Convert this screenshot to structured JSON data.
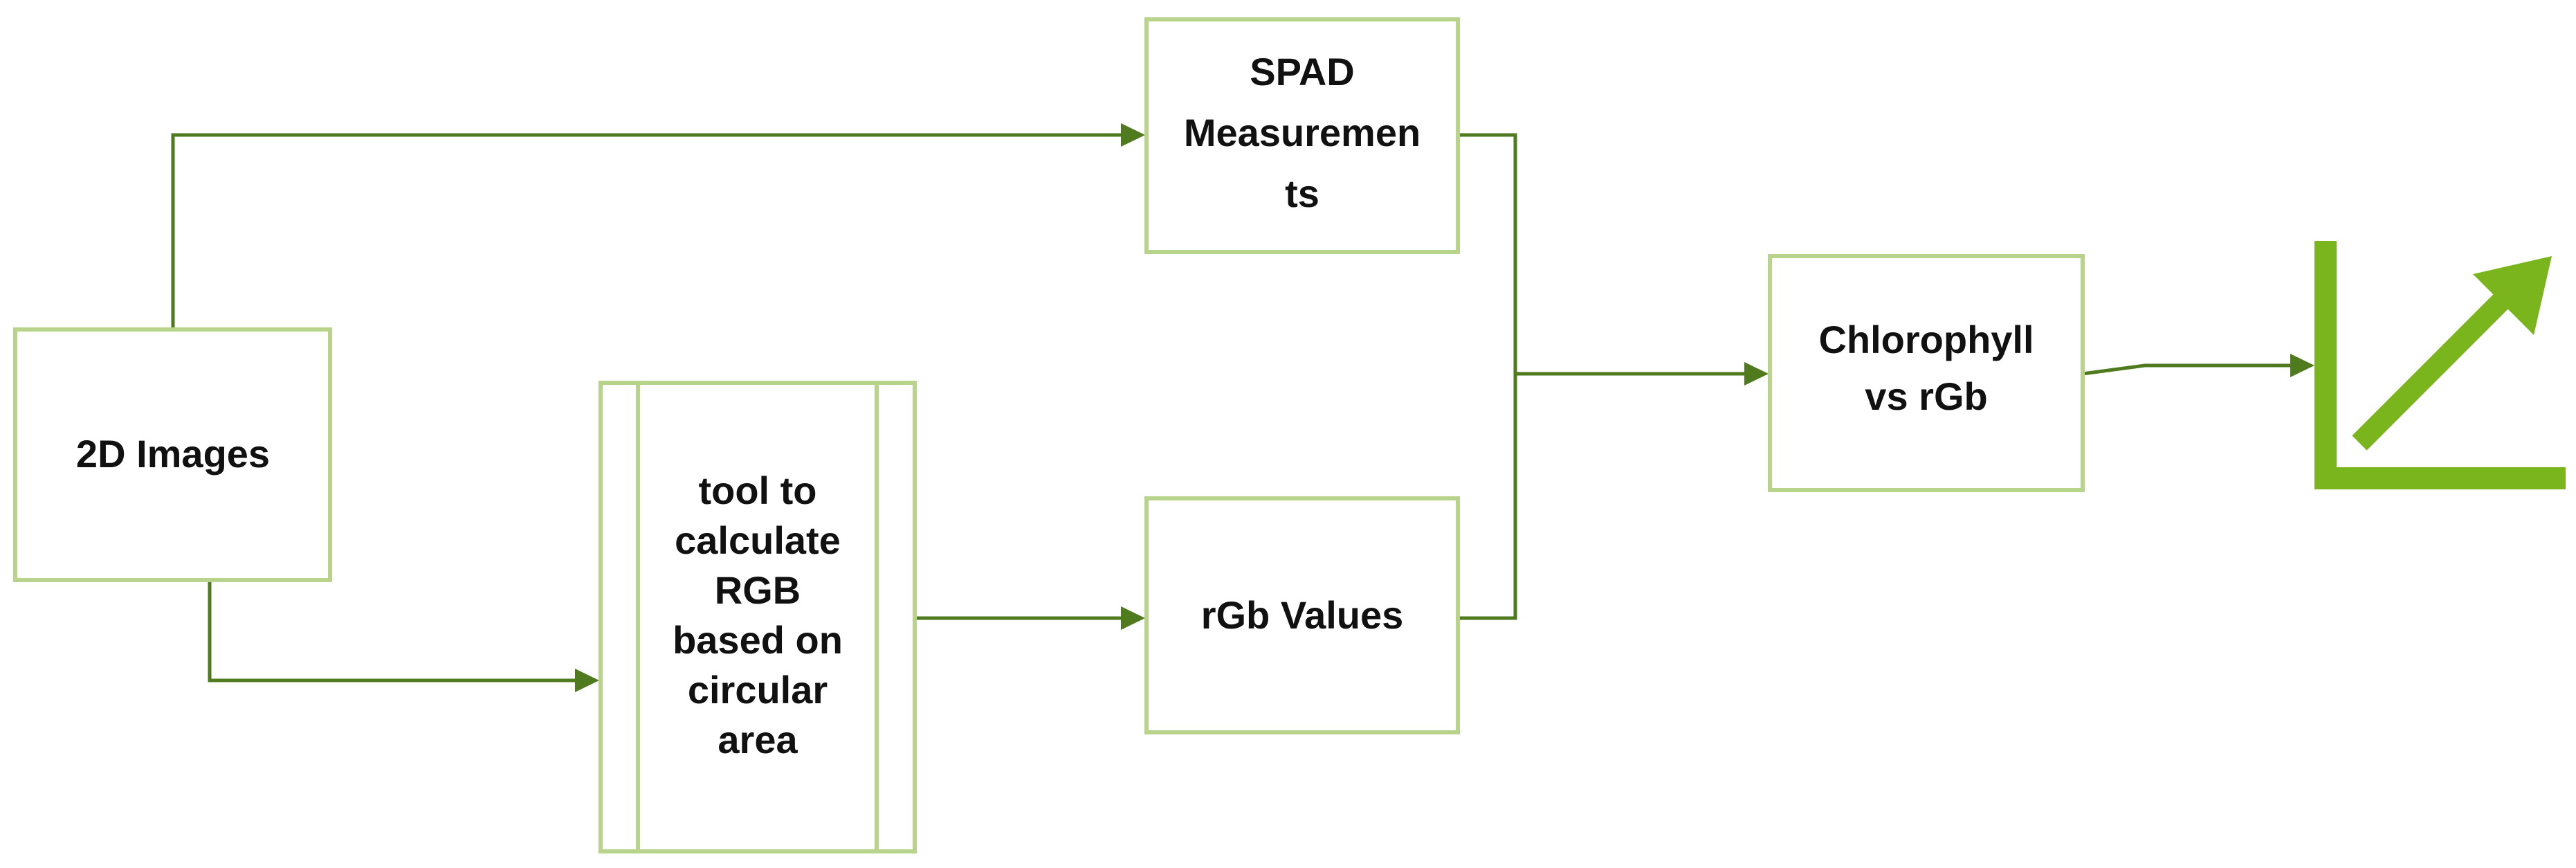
{
  "nodes": {
    "images": {
      "lines": [
        "2D Images"
      ]
    },
    "tool": {
      "lines": [
        "tool to",
        "calculate",
        "RGB",
        "based on",
        "circular",
        "area"
      ]
    },
    "spad": {
      "lines": [
        "SPAD",
        "Measuremen",
        "ts"
      ]
    },
    "rgb_values": {
      "lines": [
        "rGb Values"
      ]
    },
    "chlorophyll": {
      "lines": [
        "Chlorophyll",
        "vs rGb"
      ]
    }
  },
  "icon": {
    "name": "trend-up-chart-icon",
    "color": "#7ab51d"
  },
  "colors": {
    "box_border": "#b8d48a",
    "connector": "#4f7a1e",
    "text": "#111111"
  }
}
